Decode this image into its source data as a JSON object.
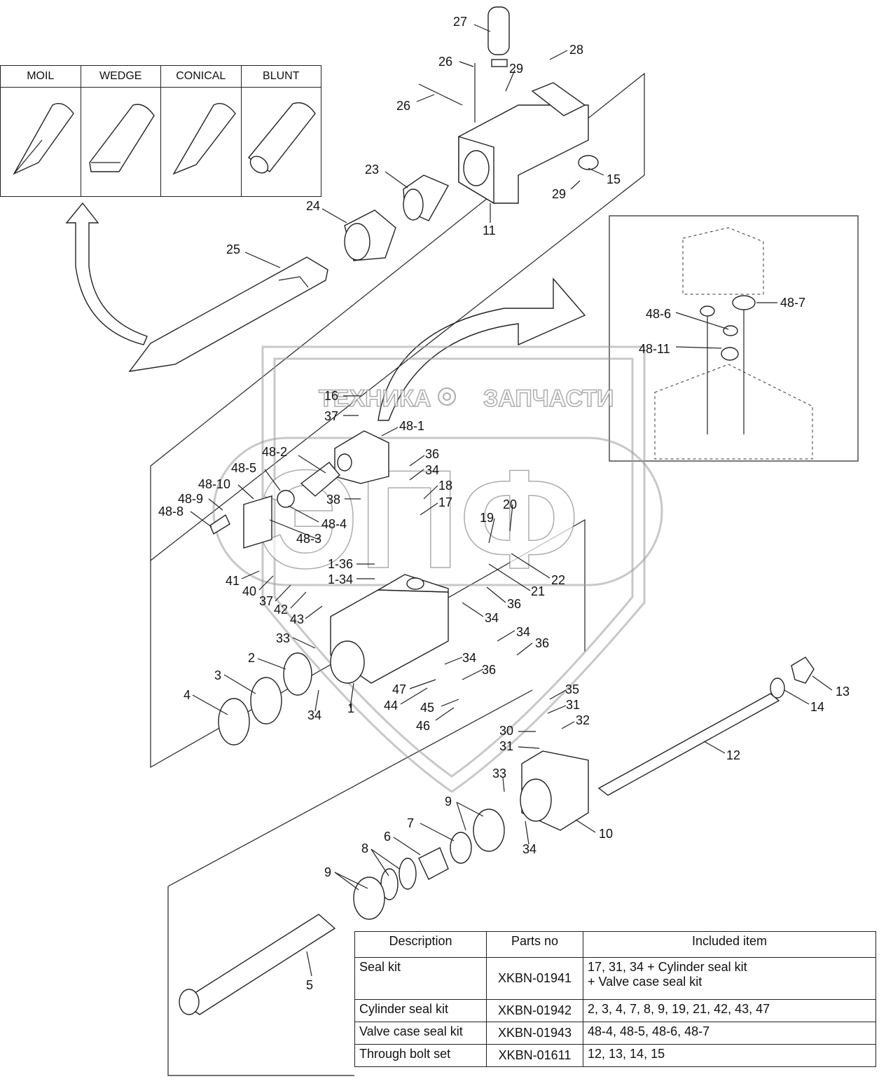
{
  "tools": {
    "headers": [
      "MOIL",
      "WEDGE",
      "CONICAL",
      "BLUNT"
    ]
  },
  "watermark": {
    "left_text": "ТЕХНИКА",
    "right_text": "ЗАПЧАСТИ",
    "logo_text": "ЭПФ",
    "gear_icon": "gear-icon"
  },
  "labels": [
    {
      "id": "l27",
      "text": "27"
    },
    {
      "id": "l28",
      "text": "28"
    },
    {
      "id": "l26a",
      "text": "26"
    },
    {
      "id": "l29a",
      "text": "29"
    },
    {
      "id": "l26b",
      "text": "26"
    },
    {
      "id": "l23",
      "text": "23"
    },
    {
      "id": "l15",
      "text": "15"
    },
    {
      "id": "l29b",
      "text": "29"
    },
    {
      "id": "l24",
      "text": "24"
    },
    {
      "id": "l11",
      "text": "11"
    },
    {
      "id": "l25",
      "text": "25"
    },
    {
      "id": "l48-6",
      "text": "48-6"
    },
    {
      "id": "l48-7",
      "text": "48-7"
    },
    {
      "id": "l48-11",
      "text": "48-11"
    },
    {
      "id": "l16",
      "text": "16"
    },
    {
      "id": "l37a",
      "text": "37"
    },
    {
      "id": "l48-1",
      "text": "48-1"
    },
    {
      "id": "l48-2",
      "text": "48-2"
    },
    {
      "id": "l36a",
      "text": "36"
    },
    {
      "id": "l48-5",
      "text": "48-5"
    },
    {
      "id": "l34a",
      "text": "34"
    },
    {
      "id": "l48-10",
      "text": "48-10"
    },
    {
      "id": "l18",
      "text": "18"
    },
    {
      "id": "l48-9",
      "text": "48-9"
    },
    {
      "id": "l38",
      "text": "38"
    },
    {
      "id": "l17",
      "text": "17"
    },
    {
      "id": "l48-8",
      "text": "48-8"
    },
    {
      "id": "l48-4",
      "text": "48-4"
    },
    {
      "id": "l20",
      "text": "20"
    },
    {
      "id": "l19",
      "text": "19"
    },
    {
      "id": "l48-3",
      "text": "48-3"
    },
    {
      "id": "l1-36",
      "text": "1-36"
    },
    {
      "id": "l22",
      "text": "22"
    },
    {
      "id": "l41",
      "text": "41"
    },
    {
      "id": "l1-34",
      "text": "1-34"
    },
    {
      "id": "l21",
      "text": "21"
    },
    {
      "id": "l40",
      "text": "40"
    },
    {
      "id": "l37b",
      "text": "37"
    },
    {
      "id": "l36b",
      "text": "36"
    },
    {
      "id": "l42",
      "text": "42"
    },
    {
      "id": "l34b",
      "text": "34"
    },
    {
      "id": "l43",
      "text": "43"
    },
    {
      "id": "l34c",
      "text": "34"
    },
    {
      "id": "l33a",
      "text": "33"
    },
    {
      "id": "l36c",
      "text": "36"
    },
    {
      "id": "l2",
      "text": "2"
    },
    {
      "id": "l34d",
      "text": "34"
    },
    {
      "id": "l36d",
      "text": "36"
    },
    {
      "id": "l3",
      "text": "3"
    },
    {
      "id": "l47",
      "text": "47"
    },
    {
      "id": "l13",
      "text": "13"
    },
    {
      "id": "l4",
      "text": "4"
    },
    {
      "id": "l35",
      "text": "35"
    },
    {
      "id": "l44",
      "text": "44"
    },
    {
      "id": "l45",
      "text": "45"
    },
    {
      "id": "l1",
      "text": "1"
    },
    {
      "id": "l34e",
      "text": "34"
    },
    {
      "id": "l31a",
      "text": "31"
    },
    {
      "id": "l14",
      "text": "14"
    },
    {
      "id": "l32",
      "text": "32"
    },
    {
      "id": "l46",
      "text": "46"
    },
    {
      "id": "l30",
      "text": "30"
    },
    {
      "id": "l31b",
      "text": "31"
    },
    {
      "id": "l12",
      "text": "12"
    },
    {
      "id": "l33b",
      "text": "33"
    },
    {
      "id": "l9a",
      "text": "9"
    },
    {
      "id": "l7",
      "text": "7"
    },
    {
      "id": "l10",
      "text": "10"
    },
    {
      "id": "l6",
      "text": "6"
    },
    {
      "id": "l34f",
      "text": "34"
    },
    {
      "id": "l8",
      "text": "8"
    },
    {
      "id": "l9b",
      "text": "9"
    },
    {
      "id": "l5",
      "text": "5"
    }
  ],
  "kit_table": {
    "headers": [
      "Description",
      "Parts no",
      "Included item"
    ],
    "rows": [
      {
        "description": "Seal kit",
        "parts_no": "XKBN-01941",
        "included": [
          "17, 31, 34 + Cylinder seal kit",
          "+ Valve case seal kit"
        ]
      },
      {
        "description": "Cylinder seal kit",
        "parts_no": "XKBN-01942",
        "included": [
          "2, 3, 4, 7, 8, 9, 19, 21, 42, 43, 47"
        ]
      },
      {
        "description": "Valve case seal kit",
        "parts_no": "XKBN-01943",
        "included": [
          "48-4, 48-5, 48-6, 48-7"
        ]
      },
      {
        "description": "Through bolt set",
        "parts_no": "XKBN-01611",
        "included": [
          "12, 13, 14, 15"
        ]
      }
    ]
  }
}
